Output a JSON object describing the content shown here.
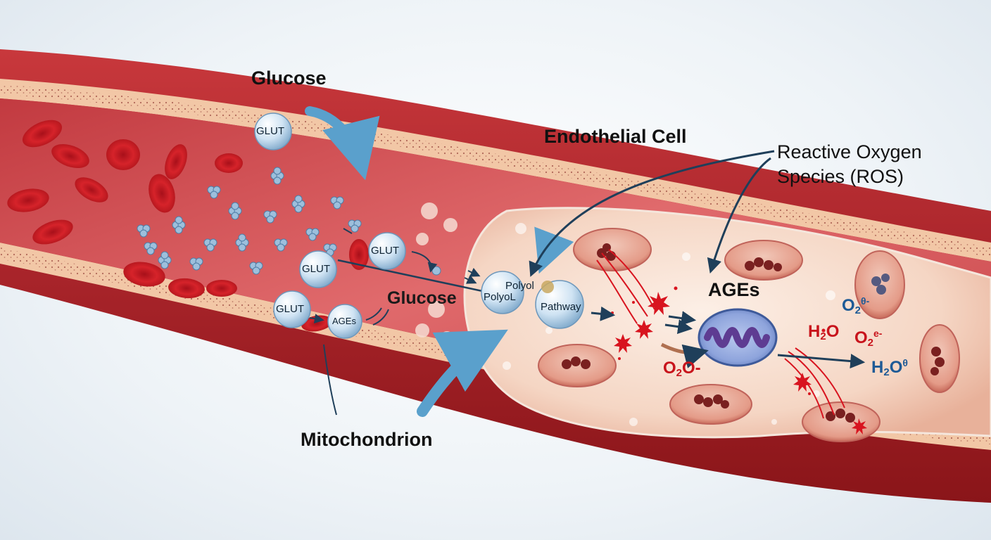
{
  "labels": {
    "glucose_top": "Glucose",
    "endothelial_cell": "Endothelial Cell",
    "ros_line1": "Reactive Oxygen",
    "ros_line2": "Species (ROS)",
    "glucose_mid": "Glucose",
    "mitochondrion": "Mitochondrion",
    "ages_cell": "AGEs"
  },
  "bubbles": {
    "glut_top": "GLUT",
    "glut_mid": "GLUT",
    "glut_mid2": "GLUT",
    "glut_low": "GLUT",
    "ages_small": "AGEs",
    "polyol_a": "Polyol",
    "polyol_b": "PolyoL",
    "pathway": "Pathway"
  },
  "chemicals": {
    "o2_right": {
      "base": "O",
      "sub": "2",
      "sup": "θ-"
    },
    "h2o_mid": {
      "base": "H",
      "sub": "2",
      "tail": "O"
    },
    "o2_mid": {
      "base": "O",
      "sub": "2",
      "sup": "e-"
    },
    "o2o_left": {
      "base": "O",
      "sub": "2",
      "tail": "O-"
    },
    "h2o_right": {
      "base": "H",
      "sub": "2",
      "tail": "O",
      "sup": "θ"
    }
  },
  "colors": {
    "vessel_red": "#b3262b",
    "vessel_dark": "#8a1519",
    "lumen_pink": "#d9545a",
    "cell_cream": "#f7dccd",
    "rbc_red": "#d6232a",
    "glucose_blue": "#8fb7d8",
    "arrow_blue": "#5aa0cc",
    "arrow_navy": "#1f3f5a",
    "ros_red": "#d8141f",
    "mito_purple": "#6a4d9c"
  }
}
